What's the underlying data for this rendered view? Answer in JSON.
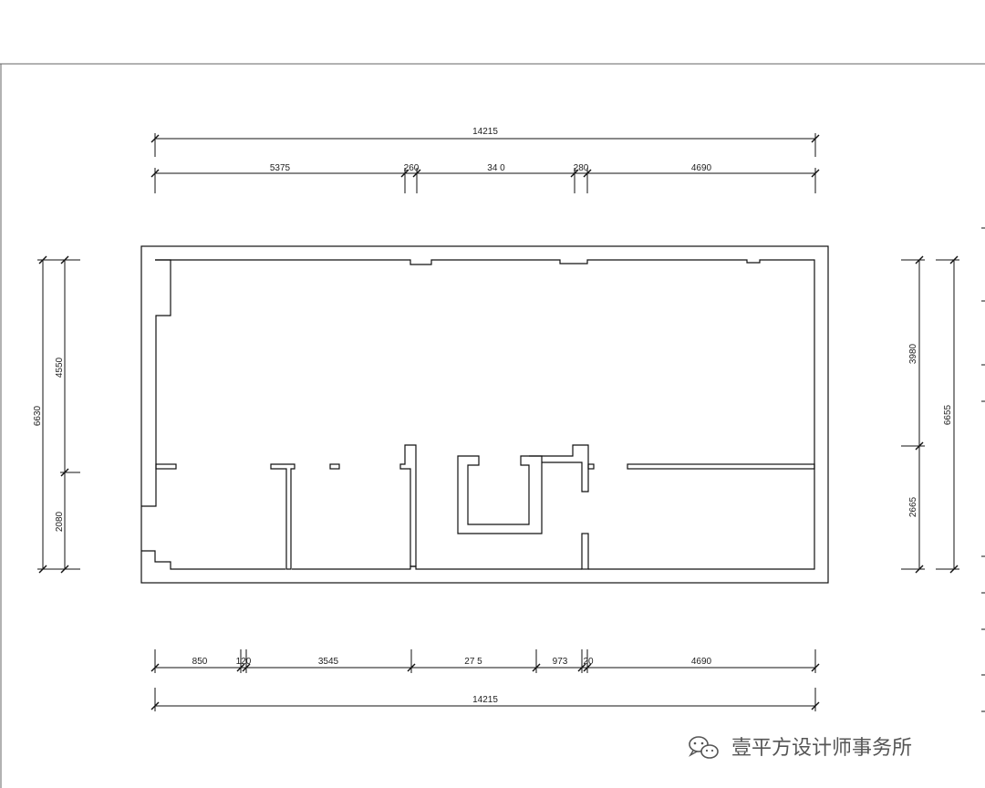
{
  "dimensions": {
    "top_total": "14215",
    "top_segments": [
      "5375",
      "260",
      "34 0",
      "280",
      "4690"
    ],
    "bottom_segments": [
      "850",
      "120",
      "3545",
      "27 5",
      "973",
      "20",
      "4690"
    ],
    "bottom_total": "14215",
    "left_segments": [
      "4550",
      "2080"
    ],
    "left_total": "6630",
    "right_segments": [
      "3980",
      "2665"
    ],
    "right_total": "6655"
  },
  "watermark": {
    "text": "壹平方设计师事务所",
    "icon": "wechat-icon"
  }
}
